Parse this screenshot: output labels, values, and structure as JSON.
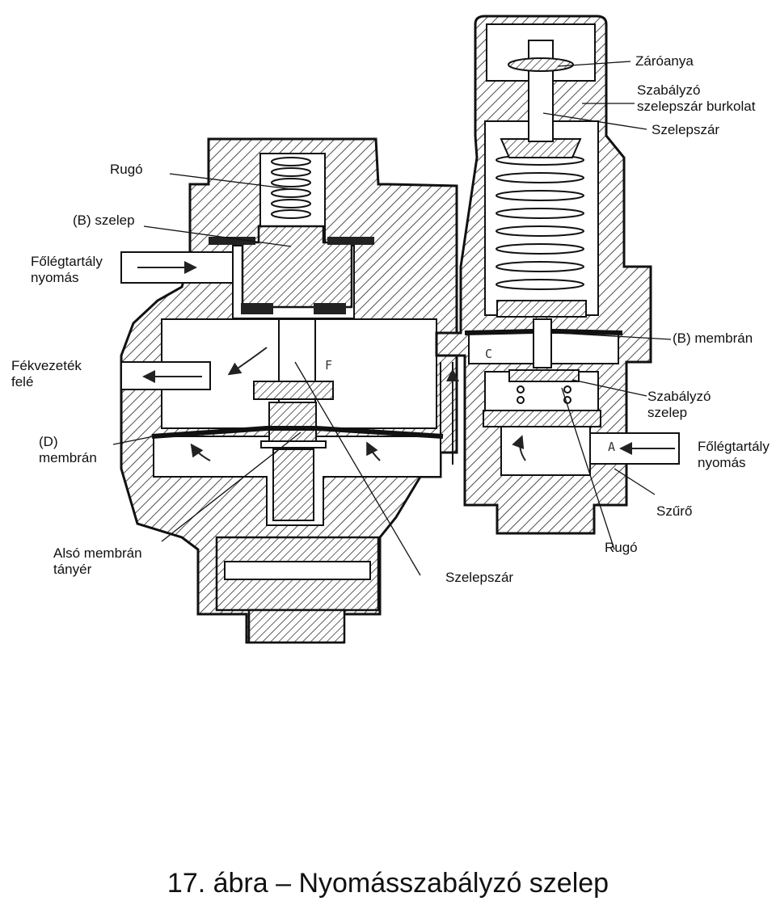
{
  "labels": {
    "zaroanya": "Záróanya",
    "szabalyzo_burkolat": "Szabályzó\nszelepszár burkolat",
    "szelepszar_top": "Szelepszár",
    "rugo_top": "Rugó",
    "b_szelep": "(B) szelep",
    "foleg_left": "Főlégtartály\nnyomás",
    "fekvezetek": "Fékvezeték\nfelé",
    "d_membran": "(D)\nmembrán",
    "also_membran": "Alsó membrán\ntányér",
    "b_membran": "(B) membrán",
    "szabalyzo_szelep": "Szabályzó\nszelep",
    "foleg_right": "Főlégtartály\nnyomás",
    "szuro": "Szűrő",
    "rugo_bottom": "Rugó",
    "szelepszar_bottom": "Szelepszár"
  },
  "chamber_marks": {
    "f": "F",
    "c": "C",
    "a": "A"
  },
  "caption": "17. ábra – Nyomásszabályzó szelep"
}
